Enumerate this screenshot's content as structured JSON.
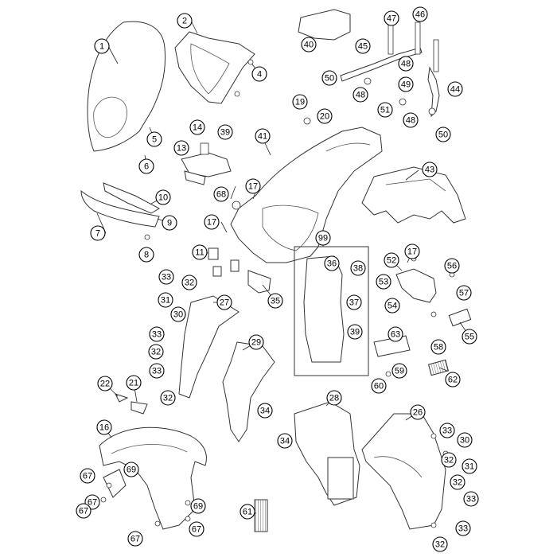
{
  "diagram": {
    "callouts": [
      {
        "id": "c1",
        "label": "1"
      },
      {
        "id": "c2",
        "label": "2"
      },
      {
        "id": "c4",
        "label": "4"
      },
      {
        "id": "c5",
        "label": "5"
      },
      {
        "id": "c6",
        "label": "6"
      },
      {
        "id": "c7",
        "label": "7"
      },
      {
        "id": "c8",
        "label": "8"
      },
      {
        "id": "c9",
        "label": "9"
      },
      {
        "id": "c10",
        "label": "10"
      },
      {
        "id": "c11",
        "label": "11"
      },
      {
        "id": "c13",
        "label": "13"
      },
      {
        "id": "c14",
        "label": "14"
      },
      {
        "id": "c16",
        "label": "16"
      },
      {
        "id": "c17a",
        "label": "17"
      },
      {
        "id": "c17b",
        "label": "17"
      },
      {
        "id": "c17c",
        "label": "17"
      },
      {
        "id": "c19",
        "label": "19"
      },
      {
        "id": "c20",
        "label": "20"
      },
      {
        "id": "c21",
        "label": "21"
      },
      {
        "id": "c22",
        "label": "22"
      },
      {
        "id": "c26",
        "label": "26"
      },
      {
        "id": "c27",
        "label": "27"
      },
      {
        "id": "c28",
        "label": "28"
      },
      {
        "id": "c29",
        "label": "29"
      },
      {
        "id": "c30a",
        "label": "30"
      },
      {
        "id": "c30b",
        "label": "30"
      },
      {
        "id": "c31a",
        "label": "31"
      },
      {
        "id": "c31b",
        "label": "31"
      },
      {
        "id": "c32a",
        "label": "32"
      },
      {
        "id": "c32b",
        "label": "32"
      },
      {
        "id": "c32c",
        "label": "32"
      },
      {
        "id": "c32d",
        "label": "32"
      },
      {
        "id": "c32e",
        "label": "32"
      },
      {
        "id": "c32f",
        "label": "32"
      },
      {
        "id": "c33a",
        "label": "33"
      },
      {
        "id": "c33b",
        "label": "33"
      },
      {
        "id": "c33c",
        "label": "33"
      },
      {
        "id": "c33d",
        "label": "33"
      },
      {
        "id": "c33e",
        "label": "33"
      },
      {
        "id": "c33f",
        "label": "33"
      },
      {
        "id": "c34a",
        "label": "34"
      },
      {
        "id": "c34b",
        "label": "34"
      },
      {
        "id": "c35",
        "label": "35"
      },
      {
        "id": "c36",
        "label": "36"
      },
      {
        "id": "c37",
        "label": "37"
      },
      {
        "id": "c38",
        "label": "38"
      },
      {
        "id": "c39a",
        "label": "39"
      },
      {
        "id": "c39b",
        "label": "39"
      },
      {
        "id": "c40",
        "label": "40"
      },
      {
        "id": "c41",
        "label": "41"
      },
      {
        "id": "c43",
        "label": "43"
      },
      {
        "id": "c44",
        "label": "44"
      },
      {
        "id": "c45",
        "label": "45"
      },
      {
        "id": "c46",
        "label": "46"
      },
      {
        "id": "c47",
        "label": "47"
      },
      {
        "id": "c48a",
        "label": "48"
      },
      {
        "id": "c48b",
        "label": "48"
      },
      {
        "id": "c48c",
        "label": "48"
      },
      {
        "id": "c49",
        "label": "49"
      },
      {
        "id": "c50a",
        "label": "50"
      },
      {
        "id": "c50b",
        "label": "50"
      },
      {
        "id": "c51",
        "label": "51"
      },
      {
        "id": "c52",
        "label": "52"
      },
      {
        "id": "c53",
        "label": "53"
      },
      {
        "id": "c54",
        "label": "54"
      },
      {
        "id": "c55",
        "label": "55"
      },
      {
        "id": "c56",
        "label": "56"
      },
      {
        "id": "c57",
        "label": "57"
      },
      {
        "id": "c58",
        "label": "58"
      },
      {
        "id": "c59",
        "label": "59"
      },
      {
        "id": "c60",
        "label": "60"
      },
      {
        "id": "c61",
        "label": "61"
      },
      {
        "id": "c62",
        "label": "62"
      },
      {
        "id": "c63",
        "label": "63"
      },
      {
        "id": "c67a",
        "label": "67"
      },
      {
        "id": "c67b",
        "label": "67"
      },
      {
        "id": "c67c",
        "label": "67"
      },
      {
        "id": "c67d",
        "label": "67"
      },
      {
        "id": "c67e",
        "label": "67"
      },
      {
        "id": "c68",
        "label": "68"
      },
      {
        "id": "c69a",
        "label": "69"
      },
      {
        "id": "c69b",
        "label": "69"
      },
      {
        "id": "c99",
        "label": "99"
      }
    ]
  }
}
